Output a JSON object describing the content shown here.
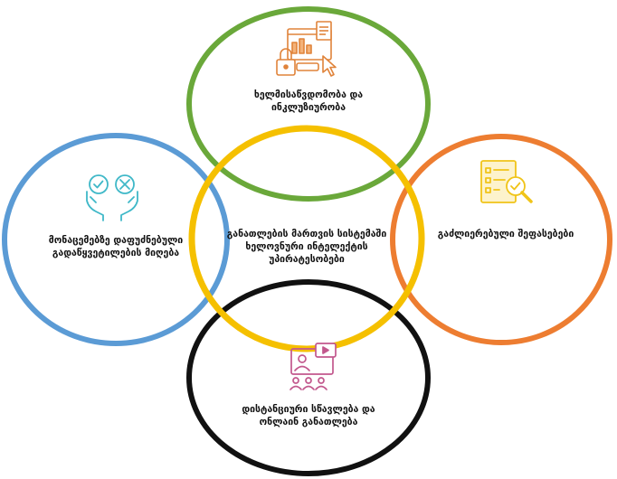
{
  "diagram": {
    "center": {
      "lines": [
        "განათლების მართვის სისტემაში",
        "ხელოვნური ინტელექტის",
        "უპირატესობები"
      ],
      "color": "#f5c000"
    },
    "top": {
      "lines": [
        "ხელმისაწვდომობა და",
        "ინკლუზიურობა"
      ],
      "color": "#6aa83a",
      "icon": "data-access-lock-icon",
      "icon_color": "#e0833a"
    },
    "left": {
      "lines": [
        "მონაცემებზე დაფუძნებული",
        "გადაწყვეტილების მიღება"
      ],
      "color": "#5b9bd5",
      "icon": "decision-hands-check-cross-icon",
      "icon_color": "#3fb8c8"
    },
    "right": {
      "lines": [
        "გაძლიერებული შეფასებები"
      ],
      "color": "#ed7d31",
      "icon": "checklist-magnifier-icon",
      "icon_color": "#f0c419"
    },
    "bottom": {
      "lines": [
        "დისტანციური სწავლება და",
        "ონლაინ განათლება"
      ],
      "color": "#111111",
      "icon": "online-video-class-icon",
      "icon_color": "#c2588d"
    }
  }
}
